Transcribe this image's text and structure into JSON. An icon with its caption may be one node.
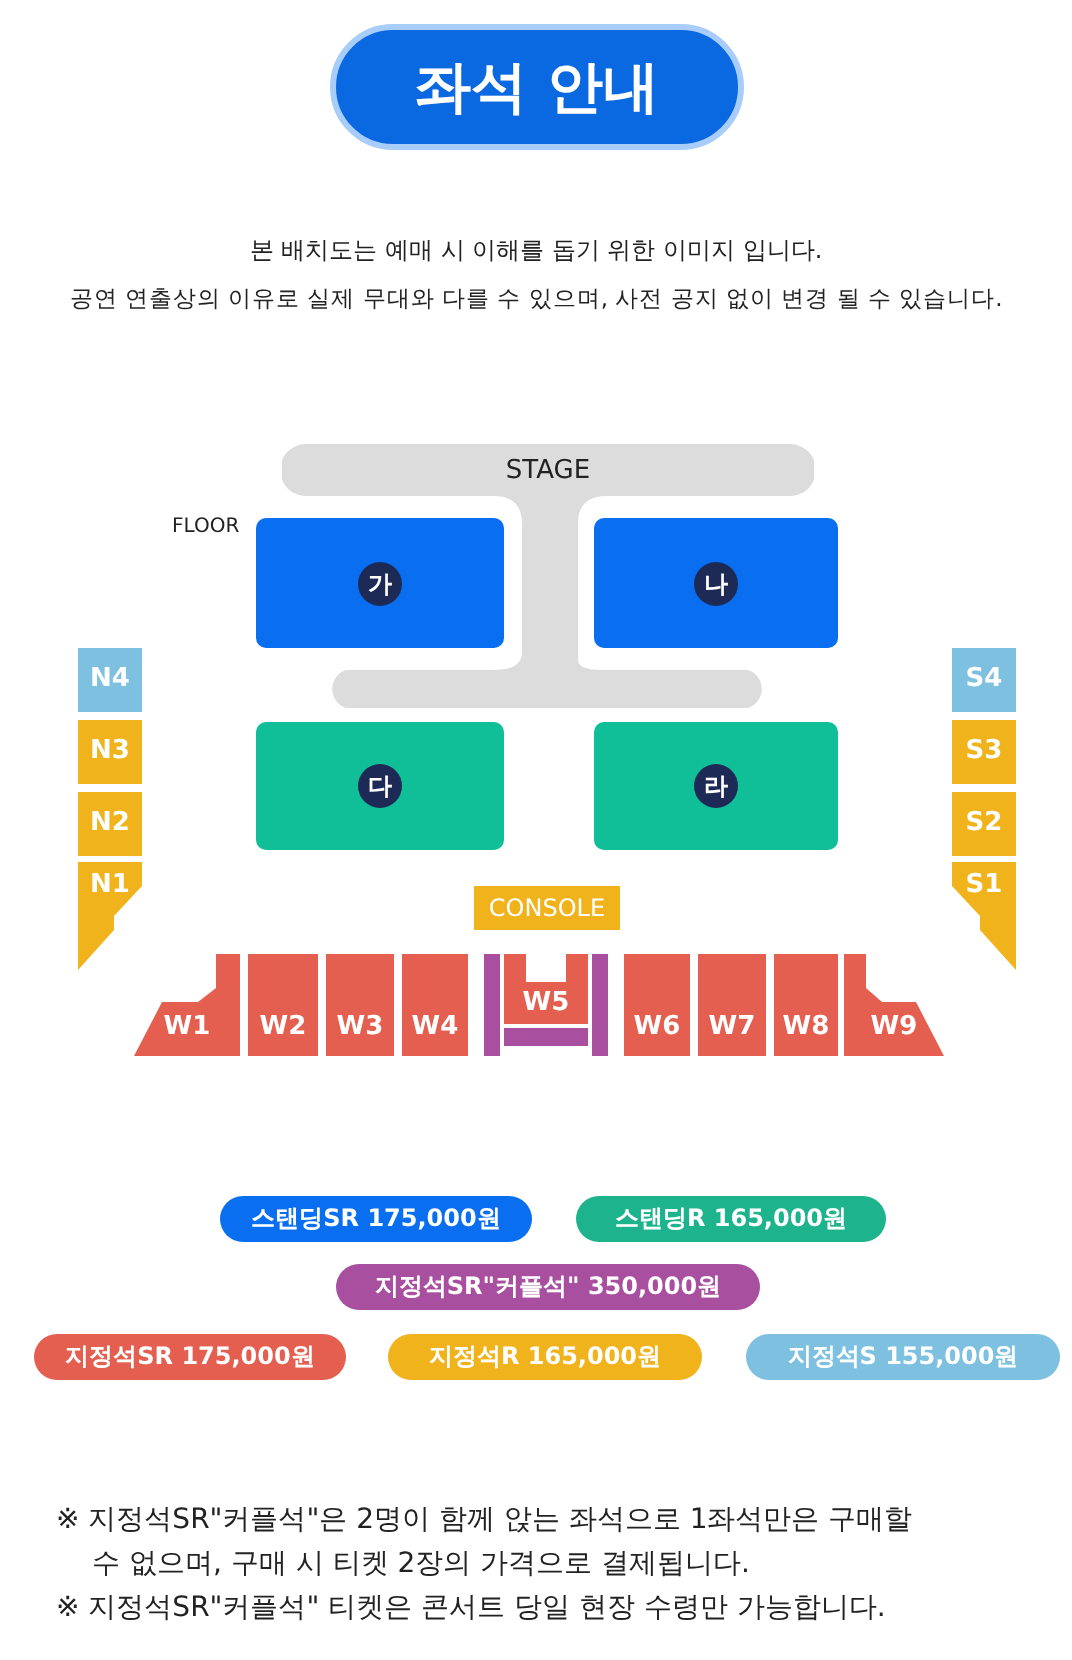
{
  "diagram": {
    "title": "좌석 안내",
    "nodes": [
      {
        "text": [
          "STAGE"
        ]
      },
      {
        "text": [
          "가"
        ]
      },
      {
        "text": [
          "나"
        ]
      },
      {
        "text": [
          "다"
        ]
      },
      {
        "text": [
          "라"
        ]
      },
      {
        "text": [
          "N4"
        ]
      },
      {
        "text": [
          "N3"
        ]
      },
      {
        "text": [
          "N2"
        ]
      },
      {
        "text": [
          "N1"
        ]
      },
      {
        "text": [
          "S4"
        ]
      },
      {
        "text": [
          "S3"
        ]
      },
      {
        "text": [
          "S2"
        ]
      },
      {
        "text": [
          "S1"
        ]
      },
      {
        "text": [
          "CONSOLE"
        ]
      },
      {
        "text": [
          "W1"
        ]
      },
      {
        "text": [
          "W2"
        ]
      },
      {
        "text": [
          "W3"
        ]
      },
      {
        "text": [
          "W4"
        ]
      },
      {
        "text": [
          "W5"
        ]
      },
      {
        "text": [
          "W6"
        ]
      },
      {
        "text": [
          "W7"
        ]
      },
      {
        "text": [
          "W8"
        ]
      },
      {
        "text": [
          "W9"
        ]
      }
    ],
    "labels": [
      "본 배치도는 예매 시 이해를 돕기 위한 이미지 입니다.",
      "공연 연출상의 이유로 실제 무대와 다를 수 있으며, 사전 공지 없이 변경 될 수 있습니다.",
      "FLOOR",
      "※ 지정석SR\"커플석\"은 2명이 함께 앉는 좌석으로 1좌석만은 구매할 수 없으며, 구매 시 티켓 2장의 가격으로 결제됩니다.",
      "※ 지정석SR\"커플석\" 티켓은 콘서트 당일 현장 수령만 가능합니다."
    ],
    "legend": [
      {
        "text": "스탠딩SR 175,000원",
        "color": "#0a6ef0"
      },
      {
        "text": "스탠딩R 165,000원",
        "color": "#1db38c"
      },
      {
        "text": "지정석SR\"커플석\" 350,000원",
        "color": "#a94fa0"
      },
      {
        "text": "지정석SR 175,000원",
        "color": "#e45f4f"
      },
      {
        "text": "지정석R 165,000원",
        "color": "#f0b31c"
      },
      {
        "text": "지정석S 155,000원",
        "color": "#7ec0e0"
      }
    ]
  }
}
